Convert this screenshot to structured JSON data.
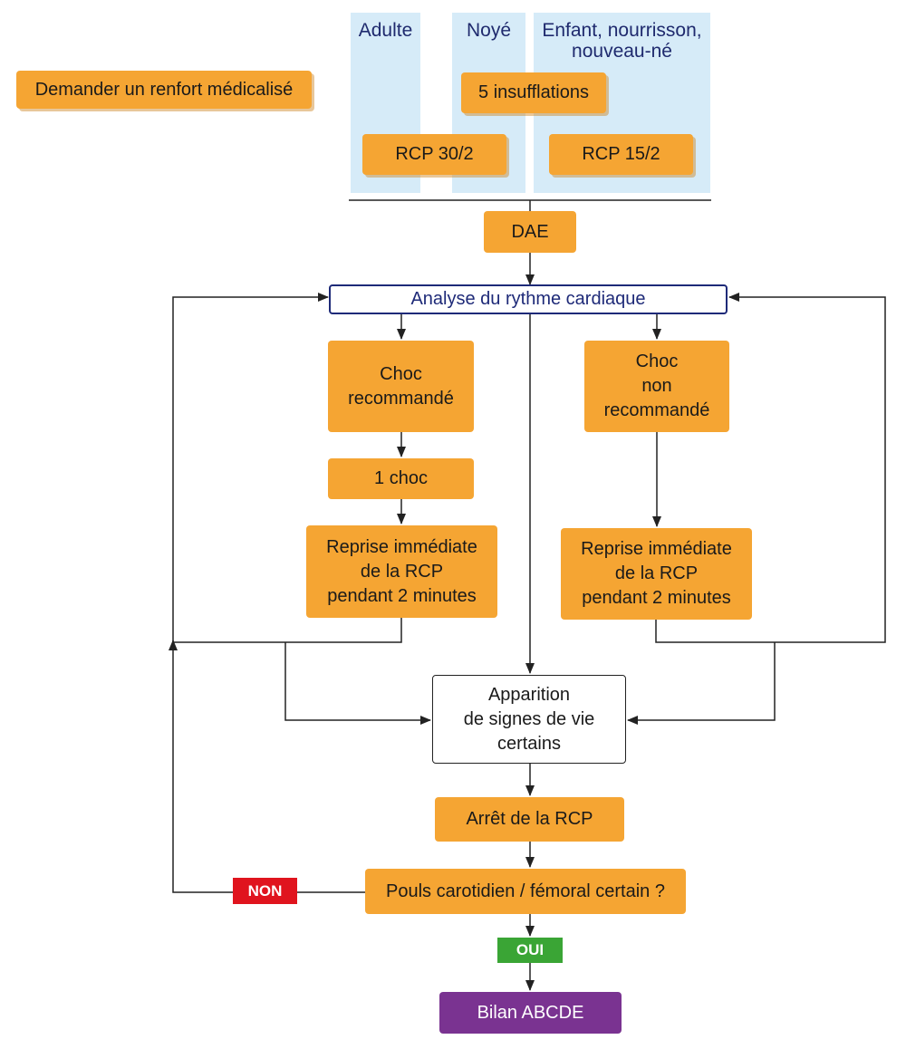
{
  "header": {
    "columns": [
      {
        "label": "Adulte"
      },
      {
        "label": "Noyé"
      },
      {
        "label": "Enfant, nourrisson,\nnouveau-né"
      }
    ],
    "reinforcement": "Demander un renfort médicalisé",
    "insufflations": "5 insufflations",
    "rcp_adult": "RCP 30/2",
    "rcp_child": "RCP 15/2"
  },
  "flow": {
    "dae": "DAE",
    "analysis": "Analyse du rythme cardiaque",
    "shock_recommended": "Choc\nrecommandé",
    "one_shock": "1 choc",
    "resume_left": "Reprise immédiate\nde la RCP\npendant 2 minutes",
    "no_shock": "Choc\nnon\nrecommandé",
    "resume_right": "Reprise immédiate\nde la RCP\npendant 2 minutes",
    "signs_of_life": "Apparition\nde signes de vie\ncertains",
    "stop_rcp": "Arrêt de la RCP",
    "pulse_check": "Pouls carotidien / fémoral certain ?",
    "no_label": "NON",
    "yes_label": "OUI",
    "assessment": "Bilan ABCDE"
  },
  "colors": {
    "box_orange": "#f5a533",
    "column_blue": "#d6ebf8",
    "analysis_border": "#1e2a78",
    "no_red": "#e0141e",
    "yes_green": "#3aa535",
    "assessment_purple": "#7a3391"
  }
}
